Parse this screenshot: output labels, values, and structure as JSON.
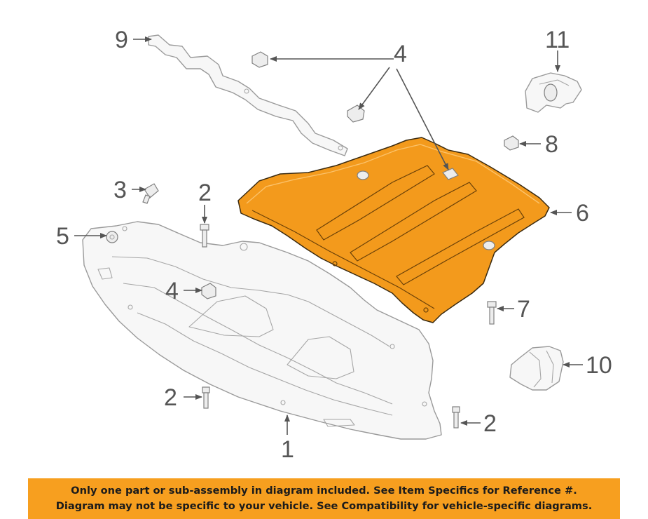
{
  "callouts": {
    "c1": "1",
    "c2a": "2",
    "c2b": "2",
    "c2c": "2",
    "c3": "3",
    "c4a": "4",
    "c4b": "4",
    "c5": "5",
    "c6": "6",
    "c7": "7",
    "c8": "8",
    "c9": "9",
    "c10": "10",
    "c11": "11"
  },
  "notice": {
    "line1": "Only one part or sub-assembly in diagram included. See Item Specifics for Reference #.",
    "line2": "Diagram may not be specific to your vehicle. See Compatibility for vehicle-specific diagrams."
  },
  "colors": {
    "highlight_part": "#f39a1c",
    "banner": "#f79f1f"
  }
}
